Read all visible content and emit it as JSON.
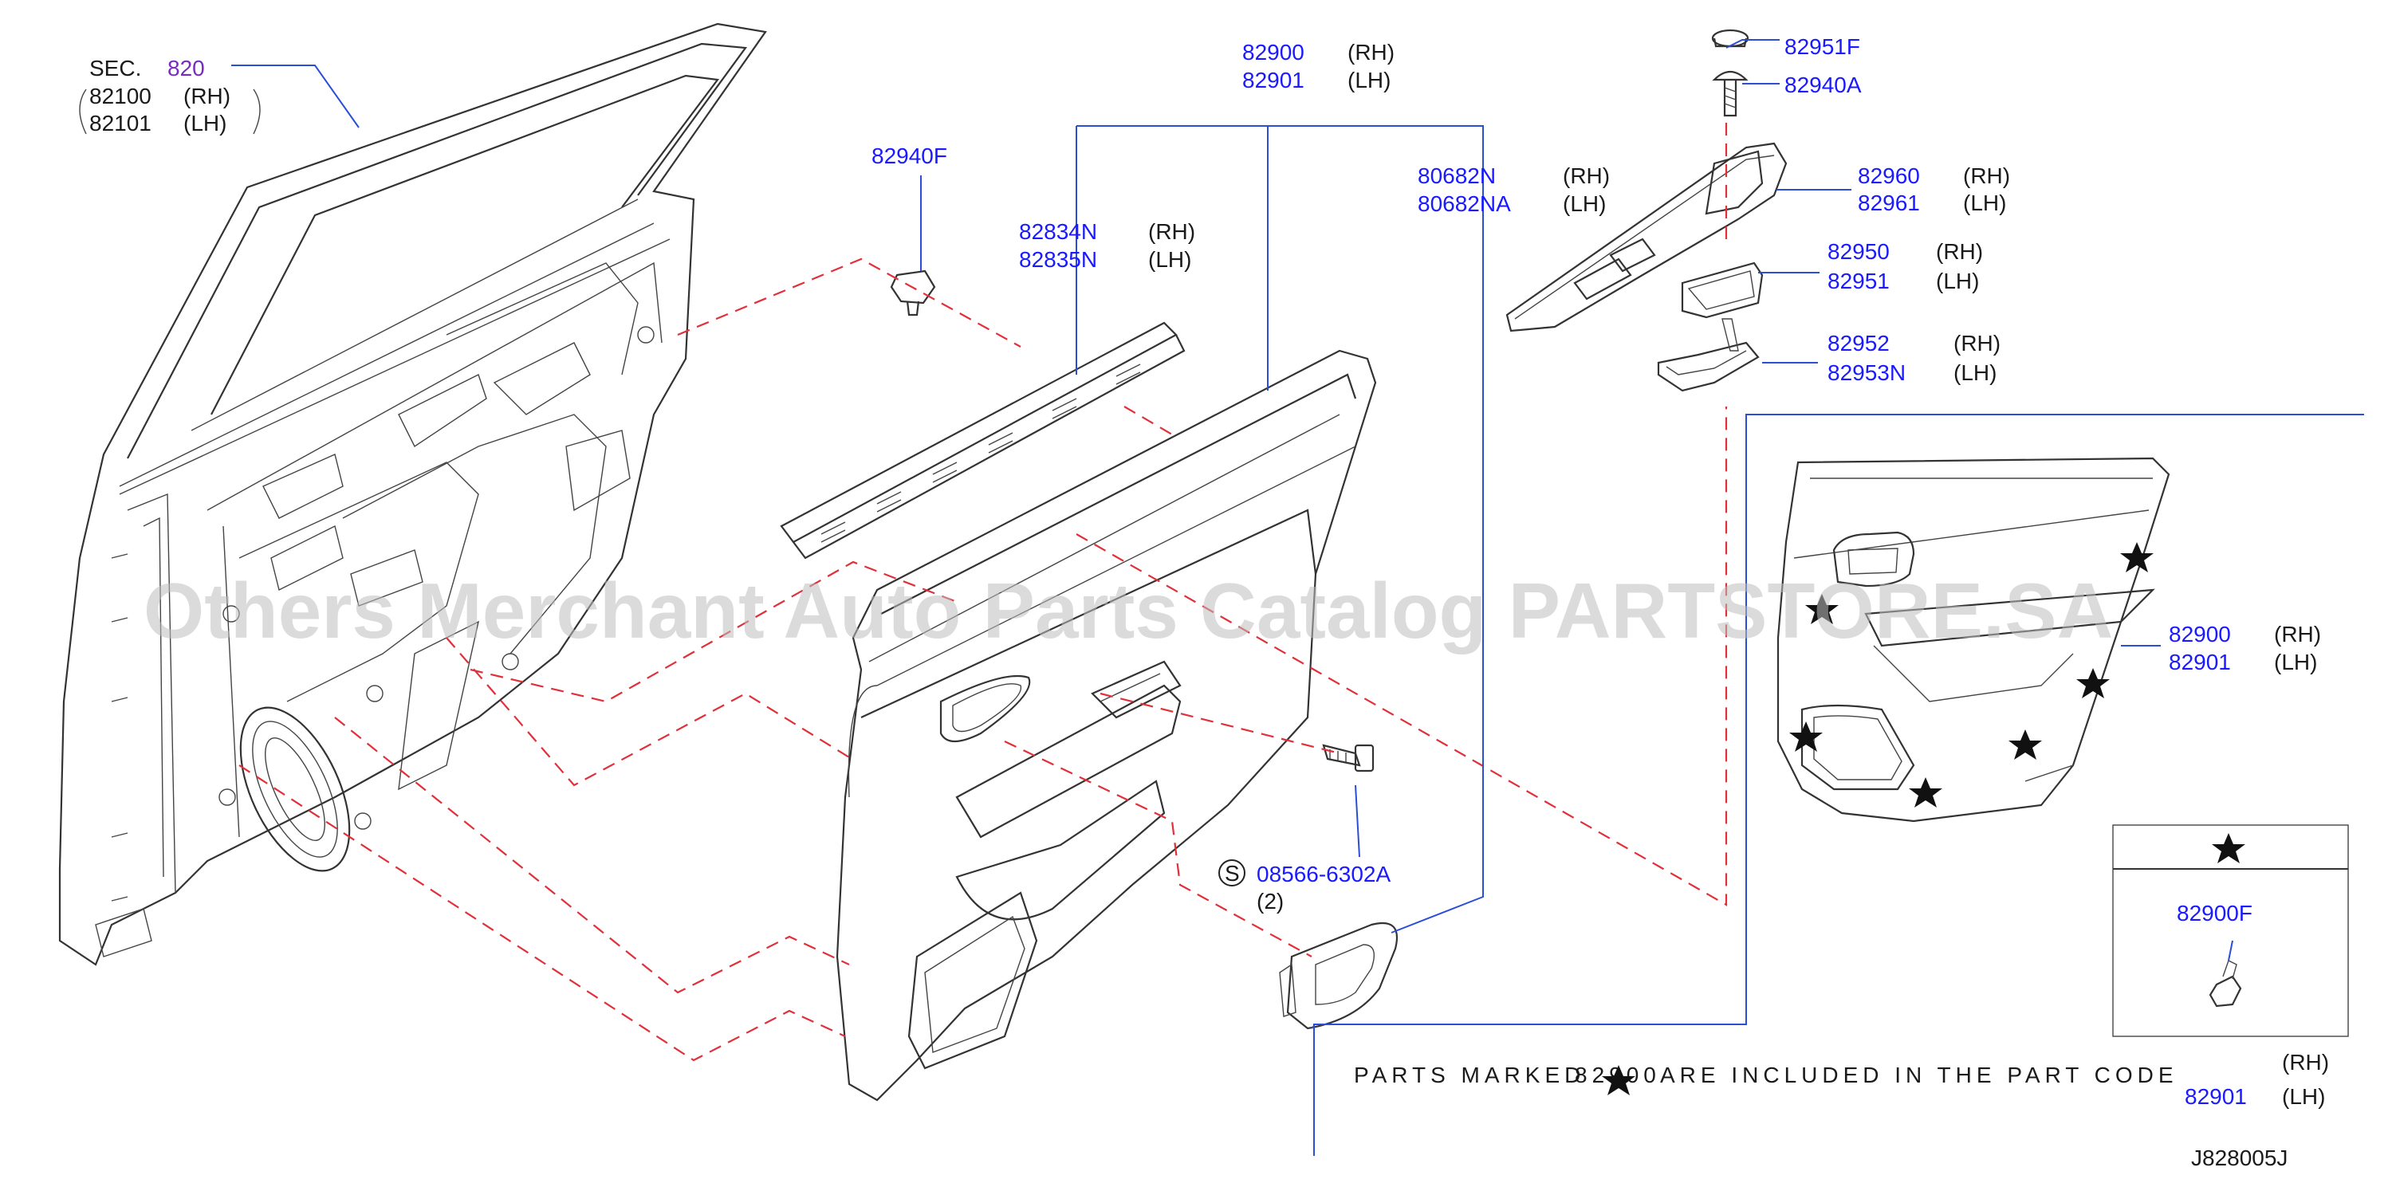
{
  "section": {
    "prefix": "SEC.",
    "number": "820",
    "door_rh": "82100",
    "door_lh": "82101",
    "rh": "(RH)",
    "lh": "(LH)"
  },
  "labels": {
    "trim_rh": "82900",
    "trim_lh": "82901",
    "clip_82940F": "82940F",
    "seal_rh": "82834N",
    "seal_lh": "82835N",
    "handle_rh": "80682N",
    "handle_lh": "80682NA",
    "cap": "82951F",
    "screw": "82940A",
    "armrest_rh": "82960",
    "armrest_lh": "82961",
    "pocket_rh": "82950",
    "pocket_lh": "82951",
    "bracket_rh": "82952",
    "bracket_lh": "82953N",
    "bolt": "08566-6302A",
    "bolt_qty": "(2)",
    "bolt_s": "S",
    "inset_rh": "82900",
    "inset_lh": "82901",
    "legend_part": "82900F",
    "legend_star": "★",
    "note_text": "PARTS MARKED",
    "note_code": "82900",
    "note_text2": "ARE INCLUDED IN THE PART CODE",
    "note_lh": "82901",
    "drawing_id": "J828005J",
    "rh": "(RH)",
    "lh": "(LH)"
  },
  "watermark": "Others Merchant Auto Parts Catalog PARTSTORE.SA",
  "colors": {
    "label_blue": "#1a1aff",
    "leader_blue": "#2a4fd6",
    "dashed_red": "#e0303a",
    "section_purple": "#7a2bbf"
  }
}
